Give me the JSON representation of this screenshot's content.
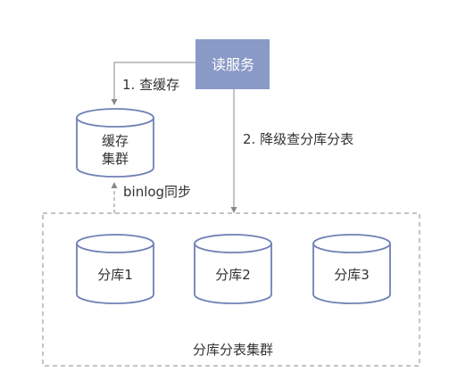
{
  "read_service": {
    "label": "读服务",
    "fill": "#8a9ac6"
  },
  "cache_cluster": {
    "line1": "缓存",
    "line2": "集群"
  },
  "shards": [
    {
      "label": "分库1"
    },
    {
      "label": "分库2"
    },
    {
      "label": "分库3"
    }
  ],
  "shard_group": {
    "label": "分库分表集群"
  },
  "edges": {
    "read_cache": "1. 查缓存",
    "degrade_query": "2. 降级查分库分表",
    "binlog_sync": "binlog同步"
  },
  "colors": {
    "stroke": "#6f80b5",
    "line": "#888888",
    "text": "#333333"
  }
}
